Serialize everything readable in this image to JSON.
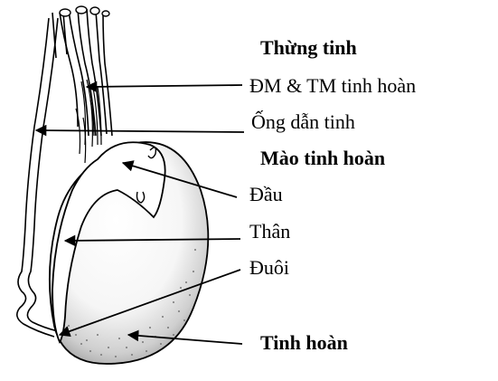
{
  "labels": {
    "spermatic_cord": "Thừng tinh",
    "testicular_vessels": "ĐM & TM tinh hoàn",
    "vas_deferens": "Ống dẫn tinh",
    "epididymis": "Mào tinh hoàn",
    "head": "Đầu",
    "body": "Thân",
    "tail": "Đuôi",
    "testis": "Tinh hoàn"
  }
}
